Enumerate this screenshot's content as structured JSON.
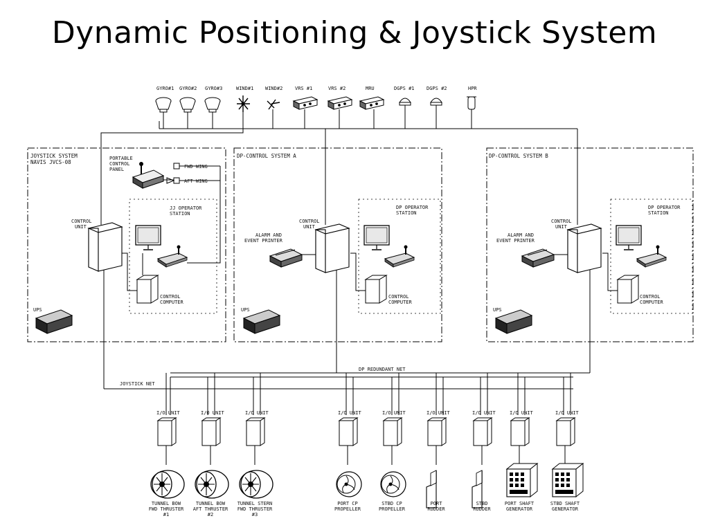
{
  "title": "Dynamic Positioning & Joystick System",
  "sensors": [
    "GYRO#1",
    "GYRO#2",
    "GYRO#3",
    "WIND#1",
    "WIND#2",
    "VRS #1",
    "VRS #2",
    "MRU",
    "DGPS #1",
    "DGPS #2",
    "HPR"
  ],
  "joystick_system": {
    "title": [
      "JOYSTICK SYSTEM",
      "NAVIS JVCS-08"
    ],
    "portable_panel": [
      "PORTABLE",
      "CONTROL",
      "PANEL"
    ],
    "fwd_wing": "FWD WING",
    "aft_wing": "AFT WING",
    "operator_station": [
      "JJ OPERATOR",
      "STATION"
    ],
    "control_unit": [
      "CONTROL",
      "UNIT"
    ],
    "control_computer": [
      "CONTROL",
      "COMPUTER"
    ],
    "ups": "UPS"
  },
  "dp_a": {
    "title": "DP-CONTROL SYSTEM A",
    "alarm": [
      "ALARM AND",
      "EVENT PRINTER"
    ],
    "control_unit": [
      "CONTROL",
      "UNIT"
    ],
    "operator_station": [
      "DP OPERATOR",
      "STATION"
    ],
    "control_computer": [
      "CONTROL",
      "COMPUTER"
    ],
    "ups": "UPS"
  },
  "dp_b": {
    "title": "DP-CONTROL SYSTEM B",
    "alarm": [
      "ALARM AND",
      "EVENT PRINTER"
    ],
    "control_unit": [
      "CONTROL",
      "UNIT"
    ],
    "operator_station": [
      "DP OPERATOR",
      "STATION"
    ],
    "control_computer": [
      "CONTROL",
      "COMPUTER"
    ],
    "ups": "UPS"
  },
  "nets": {
    "dp_redundant": "DP REDUNDANT NET",
    "joystick": "JOYSTICK NET"
  },
  "io_label": "I/O UNIT",
  "thrusters": [
    [
      "TUNNEL BOW",
      "FWD THRUSTER",
      "#1"
    ],
    [
      "TUNNEL BOW",
      "AFT THRUSTER",
      "#2"
    ],
    [
      "TUNNEL STERN",
      "FWD THRUSTER",
      "#3"
    ],
    [
      "PORT CP",
      "PROPELLER"
    ],
    [
      "STBD CP",
      "PROPELLER"
    ],
    [
      "PORT",
      "RUDDER"
    ],
    [
      "STBD",
      "RUDDER"
    ],
    [
      "PORT SHAFT",
      "GENERATOR"
    ],
    [
      "STBD SHAFT",
      "GENERATOR"
    ]
  ]
}
